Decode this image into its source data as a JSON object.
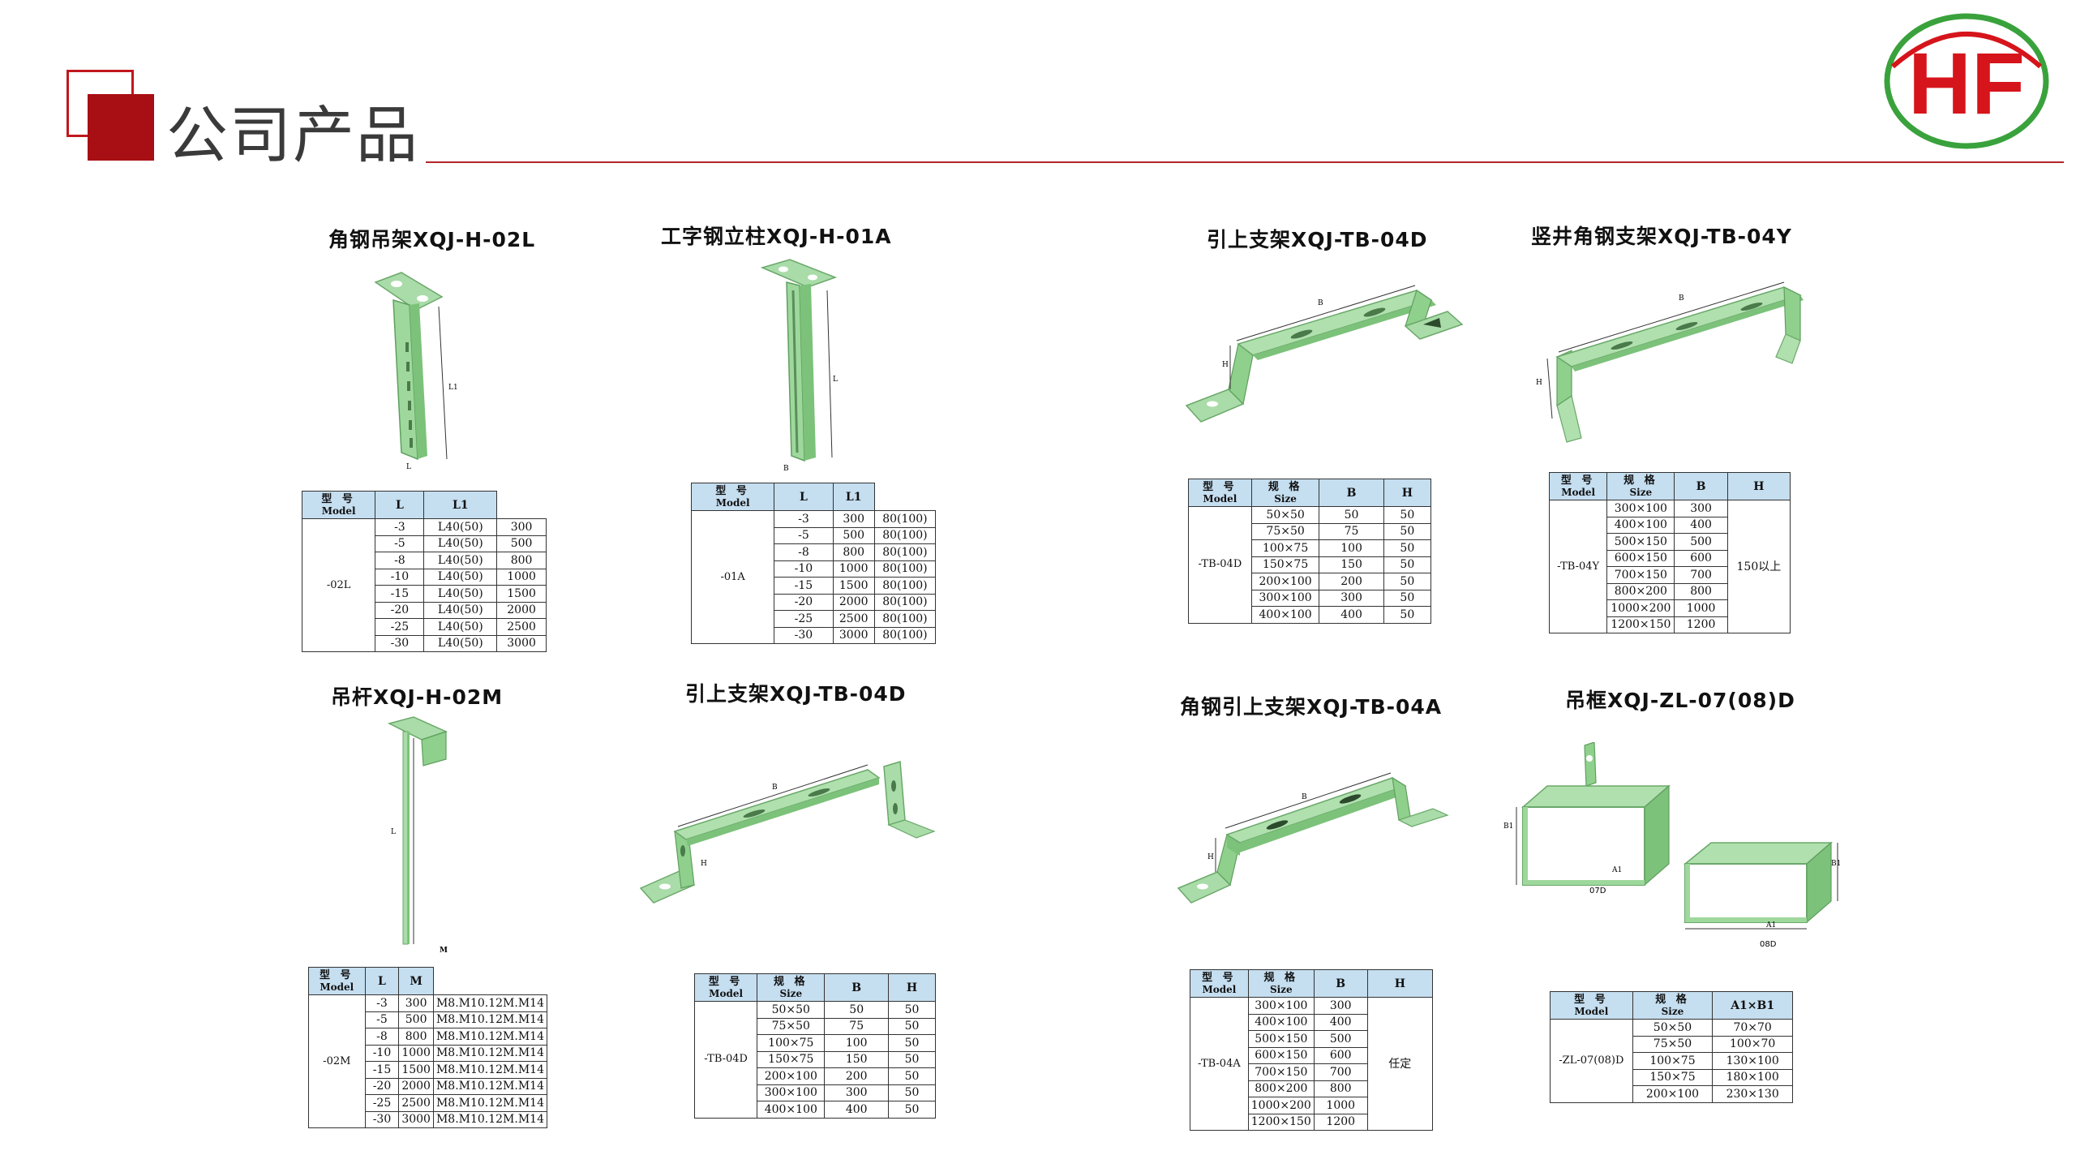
{
  "header": {
    "title": "公司产品",
    "logo_text": "HF",
    "colors": {
      "brand_red": "#d6141b",
      "brand_green": "#3aa23c",
      "accent": "#a80f14"
    }
  },
  "products": [
    {
      "id": "xqj-h-02l",
      "title": "角钢吊架XQJ-H-02L",
      "image_labels": {
        "l1": "L1",
        "l": "L"
      },
      "columns": [
        {
          "cn": "型 号",
          "en": "Model"
        },
        "L",
        "L1"
      ],
      "model": "-02L",
      "rows": [
        [
          "-3",
          "L40(50)",
          "300"
        ],
        [
          "-5",
          "L40(50)",
          "500"
        ],
        [
          "-8",
          "L40(50)",
          "800"
        ],
        [
          "-10",
          "L40(50)",
          "1000"
        ],
        [
          "-15",
          "L40(50)",
          "1500"
        ],
        [
          "-20",
          "L40(50)",
          "2000"
        ],
        [
          "-25",
          "L40(50)",
          "2500"
        ],
        [
          "-30",
          "L40(50)",
          "3000"
        ]
      ]
    },
    {
      "id": "xqj-h-01a",
      "title": "工字钢立柱XQJ-H-01A",
      "image_labels": {
        "l": "L",
        "b": "B"
      },
      "columns": [
        {
          "cn": "型 号",
          "en": "Model"
        },
        "L",
        "L1"
      ],
      "model": "-01A",
      "rows": [
        [
          "-3",
          "300",
          "80(100)"
        ],
        [
          "-5",
          "500",
          "80(100)"
        ],
        [
          "-8",
          "800",
          "80(100)"
        ],
        [
          "-10",
          "1000",
          "80(100)"
        ],
        [
          "-15",
          "1500",
          "80(100)"
        ],
        [
          "-20",
          "2000",
          "80(100)"
        ],
        [
          "-25",
          "2500",
          "80(100)"
        ],
        [
          "-30",
          "3000",
          "80(100)"
        ]
      ]
    },
    {
      "id": "xqj-tb-04d-a",
      "title": "引上支架XQJ-TB-04D",
      "image_labels": {
        "b": "B",
        "h": "H"
      },
      "columns": [
        {
          "cn": "型 号",
          "en": "Model"
        },
        {
          "cn": "规 格",
          "en": "Size"
        },
        "B",
        "H"
      ],
      "model": "-TB-04D",
      "rows": [
        [
          "50×50",
          "50",
          "50"
        ],
        [
          "75×50",
          "75",
          "50"
        ],
        [
          "100×75",
          "100",
          "50"
        ],
        [
          "150×75",
          "150",
          "50"
        ],
        [
          "200×100",
          "200",
          "50"
        ],
        [
          "300×100",
          "300",
          "50"
        ],
        [
          "400×100",
          "400",
          "50"
        ]
      ]
    },
    {
      "id": "xqj-tb-04y",
      "title": "竖井角钢支架XQJ-TB-04Y",
      "image_labels": {
        "b": "B",
        "h": "H"
      },
      "columns": [
        {
          "cn": "型 号",
          "en": "Model"
        },
        {
          "cn": "规 格",
          "en": "Size"
        },
        "B",
        "H"
      ],
      "model": "-TB-04Y",
      "h_value": "150以上",
      "rows": [
        [
          "300×100",
          "300"
        ],
        [
          "400×100",
          "400"
        ],
        [
          "500×150",
          "500"
        ],
        [
          "600×150",
          "600"
        ],
        [
          "700×150",
          "700"
        ],
        [
          "800×200",
          "800"
        ],
        [
          "1000×200",
          "1000"
        ],
        [
          "1200×150",
          "1200"
        ]
      ]
    },
    {
      "id": "xqj-h-02m",
      "title": "吊杆XQJ-H-02M",
      "image_labels": {
        "l": "L",
        "m": "M"
      },
      "columns": [
        {
          "cn": "型 号",
          "en": "Model"
        },
        "L",
        "M"
      ],
      "model": "-02M",
      "rows": [
        [
          "-3",
          "300",
          "M8.M10.12M.M14"
        ],
        [
          "-5",
          "500",
          "M8.M10.12M.M14"
        ],
        [
          "-8",
          "800",
          "M8.M10.12M.M14"
        ],
        [
          "-10",
          "1000",
          "M8.M10.12M.M14"
        ],
        [
          "-15",
          "1500",
          "M8.M10.12M.M14"
        ],
        [
          "-20",
          "2000",
          "M8.M10.12M.M14"
        ],
        [
          "-25",
          "2500",
          "M8.M10.12M.M14"
        ],
        [
          "-30",
          "3000",
          "M8.M10.12M.M14"
        ]
      ]
    },
    {
      "id": "xqj-tb-04d-b",
      "title": "引上支架XQJ-TB-04D",
      "image_labels": {
        "b": "B",
        "h": "H"
      },
      "columns": [
        {
          "cn": "型 号",
          "en": "Model"
        },
        {
          "cn": "规 格",
          "en": "Size"
        },
        "B",
        "H"
      ],
      "model": "-TB-04D",
      "rows": [
        [
          "50×50",
          "50",
          "50"
        ],
        [
          "75×50",
          "75",
          "50"
        ],
        [
          "100×75",
          "100",
          "50"
        ],
        [
          "150×75",
          "150",
          "50"
        ],
        [
          "200×100",
          "200",
          "50"
        ],
        [
          "300×100",
          "300",
          "50"
        ],
        [
          "400×100",
          "400",
          "50"
        ]
      ]
    },
    {
      "id": "xqj-tb-04a",
      "title": "角钢引上支架XQJ-TB-04A",
      "image_labels": {
        "b": "B",
        "h": "H"
      },
      "columns": [
        {
          "cn": "型 号",
          "en": "Model"
        },
        {
          "cn": "规 格",
          "en": "Size"
        },
        "B",
        "H"
      ],
      "model": "-TB-04A",
      "h_value": "任定",
      "rows": [
        [
          "300×100",
          "300"
        ],
        [
          "400×100",
          "400"
        ],
        [
          "500×150",
          "500"
        ],
        [
          "600×150",
          "600"
        ],
        [
          "700×150",
          "700"
        ],
        [
          "800×200",
          "800"
        ],
        [
          "1000×200",
          "1000"
        ],
        [
          "1200×150",
          "1200"
        ]
      ]
    },
    {
      "id": "xqj-zl-07-08d",
      "title": "吊框XQJ-ZL-07(08)D",
      "image_labels": {
        "b1": "B1",
        "a1": "A1",
        "d07": "07D",
        "d08": "08D"
      },
      "columns": [
        {
          "cn": "型 号",
          "en": "Model"
        },
        {
          "cn": "规 格",
          "en": "Size"
        },
        "A1×B1"
      ],
      "model": "-ZL-07(08)D",
      "rows": [
        [
          "50×50",
          "70×70"
        ],
        [
          "75×50",
          "100×70"
        ],
        [
          "100×75",
          "130×100"
        ],
        [
          "150×75",
          "180×100"
        ],
        [
          "200×100",
          "230×130"
        ]
      ]
    }
  ]
}
